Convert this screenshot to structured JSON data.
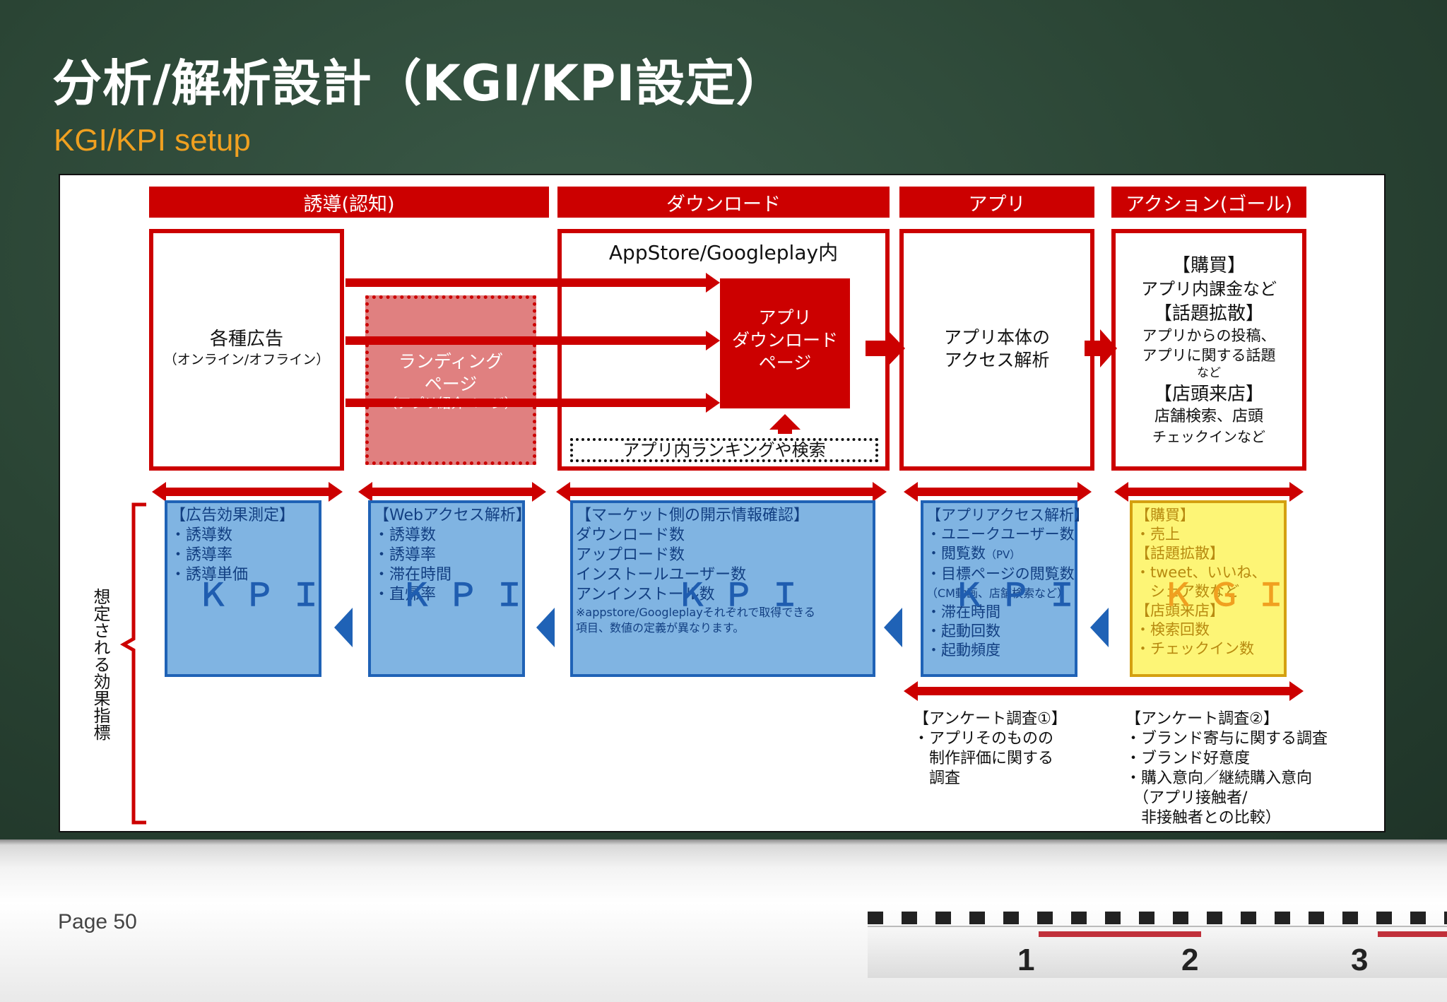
{
  "title": "分析/解析設計（KGI/KPI設定）",
  "subtitle": "KGI/KPI setup",
  "page": "Page 50",
  "ruler": [
    "1",
    "2",
    "3"
  ],
  "stages": {
    "induction": "誘導(認知)",
    "download": "ダウンロード",
    "app": "アプリ",
    "action": "アクション(ゴール)"
  },
  "boxes": {
    "ads_title": "各種広告",
    "ads_sub": "（オンライン/オフライン）",
    "landing_title": "ランディング",
    "landing_title2": "ページ",
    "landing_sub": "（アプリ紹介ページ）",
    "store_title": "AppStore/Googleplay内",
    "dl_page": [
      "アプリ",
      "ダウンロード",
      "ページ"
    ],
    "ranking": "アプリ内ランキングや検索",
    "app_access": [
      "アプリ本体の",
      "アクセス解析"
    ],
    "action_lines": [
      "【購買】",
      "アプリ内課金など",
      "【話題拡散】",
      "アプリからの投稿、",
      "アプリに関する話題",
      "など",
      "【店頭来店】",
      "店舗検索、店頭",
      "チェックインなど"
    ]
  },
  "side_label": "想定される効果指標",
  "metrics": {
    "ad": [
      "【広告効果測定】",
      "・誘導数",
      "・誘導率",
      "・誘導単価"
    ],
    "web": [
      "【Webアクセス解析】",
      "・誘導数",
      "・誘導率",
      "・滞在時間",
      "・直帰率"
    ],
    "market": [
      "【マーケット側の開示情報確認】",
      "ダウンロード数",
      "アップロード数",
      "インストールユーザー数",
      "アンインストール数"
    ],
    "market_note": [
      "※appstore/Googleplayそれぞれで取得できる",
      "項目、数値の定義が異なります。"
    ],
    "app": [
      "【アプリアクセス解析】",
      "・ユニークユーザー数",
      "・閲覧数",
      "・目標ページの閲覧数",
      "・滞在時間",
      "・起動回数",
      "・起動頻度"
    ],
    "app_pv": "（PV）",
    "app_note": "（CM動画、店舗検索など）",
    "kgi": [
      "【購買】",
      "・売上",
      "【話題拡散】",
      "・tweet、いいね、",
      "　シェア数など",
      "【店頭来店】",
      "・検索回数",
      "・チェックイン数"
    ]
  },
  "kpi_label": "ＫＰＩ",
  "kgi_label": "ＫＧＩ",
  "survey1": [
    "【アンケート調査①】",
    "・アプリそのものの",
    "　制作評価に関する",
    "　調査"
  ],
  "survey2": [
    "【アンケート調査②】",
    "・ブランド寄与に関する調査",
    "・ブランド好意度",
    "・購入意向／継続購入意向",
    "　（アプリ接触者/",
    "　非接触者との比較）"
  ],
  "colors": {
    "red": "#cc0000",
    "blue": "#1f62b6",
    "orange": "#f0a020",
    "board": "#2a4434"
  }
}
